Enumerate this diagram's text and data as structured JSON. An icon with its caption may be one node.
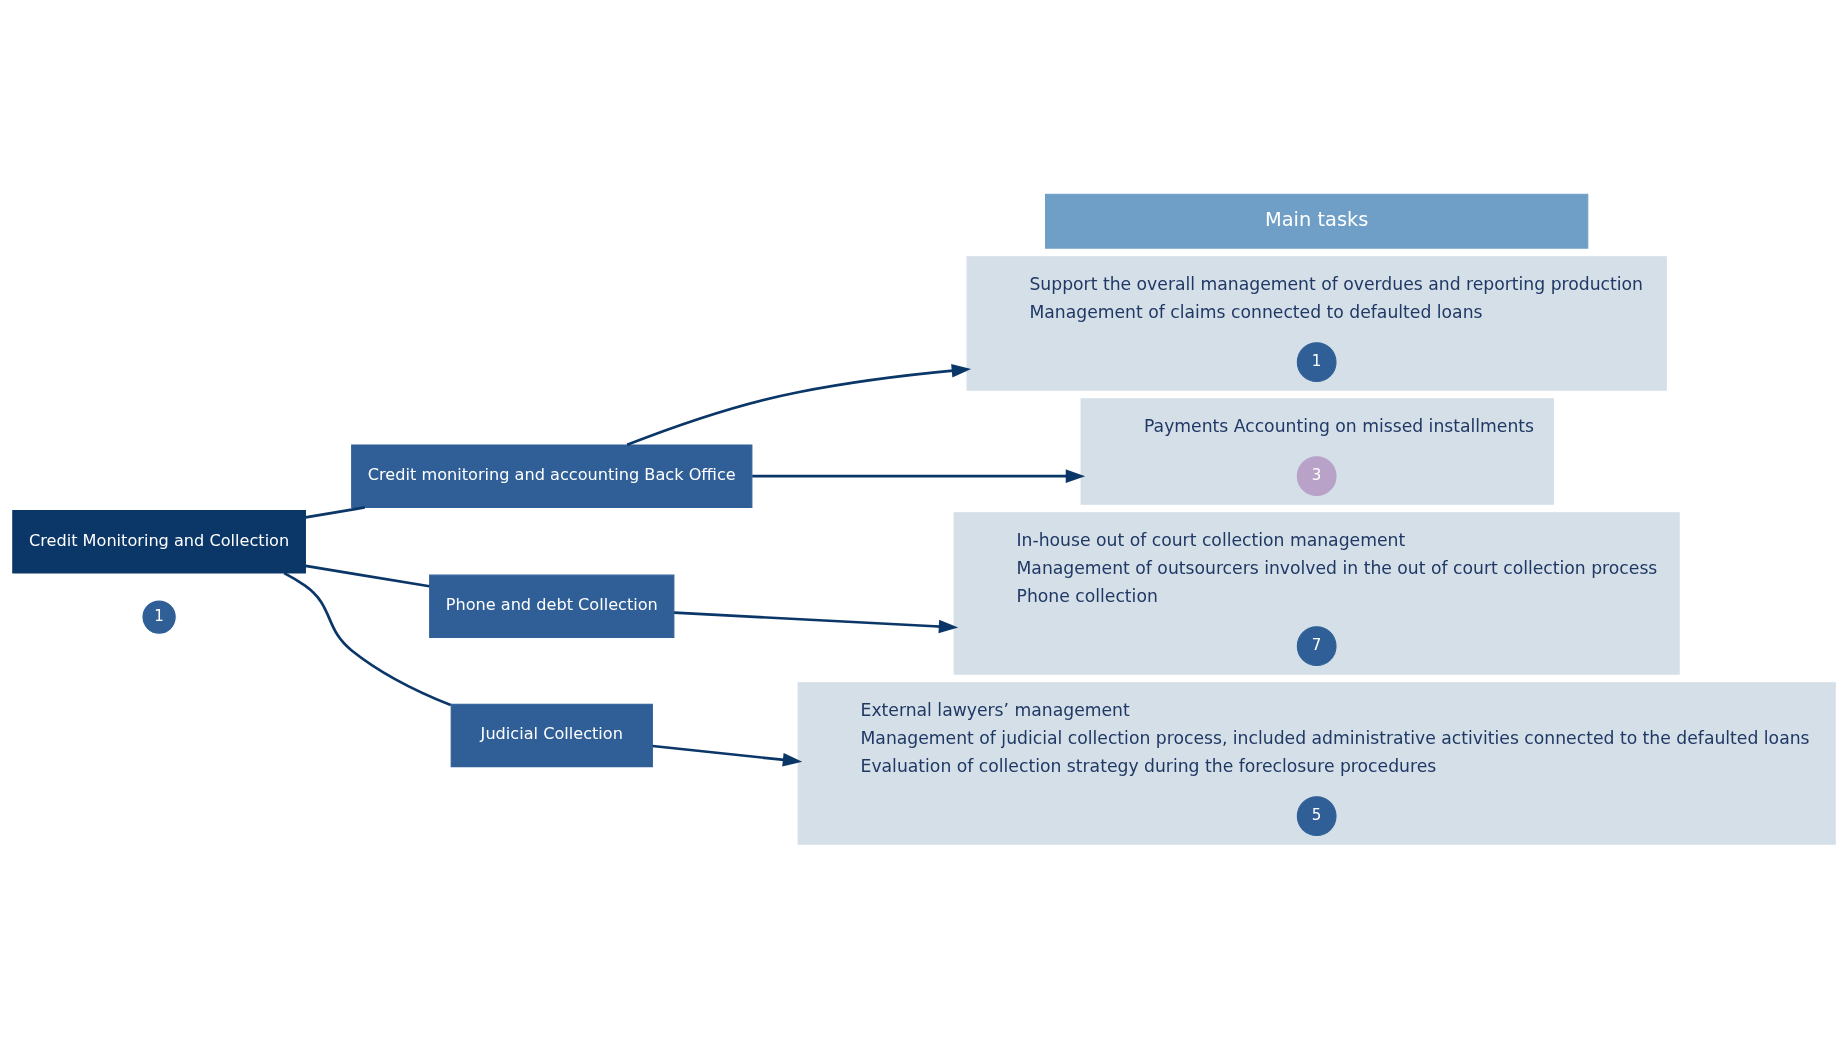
{
  "diagram": {
    "nodes": [
      {
        "text": [
          "Credit Monitoring and Collection"
        ],
        "beside": [
          "1"
        ]
      },
      {
        "text": [
          "Main tasks"
        ]
      },
      {
        "text": [
          "Credit monitoring and accounting Back Office"
        ]
      },
      {
        "text": [
          "Support the overall management of overdues and reporting production",
          "Management of claims connected to defaulted loans"
        ]
      },
      {
        "text": [
          "1"
        ],
        "in": 3
      },
      {
        "text": [
          "Payments Accounting on missed installments"
        ]
      },
      {
        "text": [
          "3"
        ],
        "in": 5
      },
      {
        "text": [
          "Phone and debt Collection"
        ]
      },
      {
        "text": [
          "In-house out of court collection management",
          "Management of outsourcers involved in the out of court collection process",
          "Phone collection"
        ]
      },
      {
        "text": [
          "7"
        ],
        "in": 8
      },
      {
        "text": [
          "Judicial Collection"
        ]
      },
      {
        "text": [
          "External lawyers’ management",
          "Management of judicial collection process, included administrative activities connected to the defaulted loans",
          "Evaluation of collection strategy during the foreclosure procedures"
        ]
      },
      {
        "text": [
          "5"
        ],
        "in": 11
      }
    ],
    "edges": [
      {
        "from": 0,
        "to": 2,
        "arrow": "none"
      },
      {
        "from": 0,
        "to": 7,
        "arrow": "none"
      },
      {
        "from": 0,
        "to": 10,
        "arrow": "none"
      },
      {
        "from": 2,
        "to": 3,
        "arrow": "to"
      },
      {
        "from": 2,
        "to": 5,
        "arrow": "to"
      },
      {
        "from": 7,
        "to": 8,
        "arrow": "to"
      },
      {
        "from": 10,
        "to": 11,
        "arrow": "to"
      }
    ]
  }
}
